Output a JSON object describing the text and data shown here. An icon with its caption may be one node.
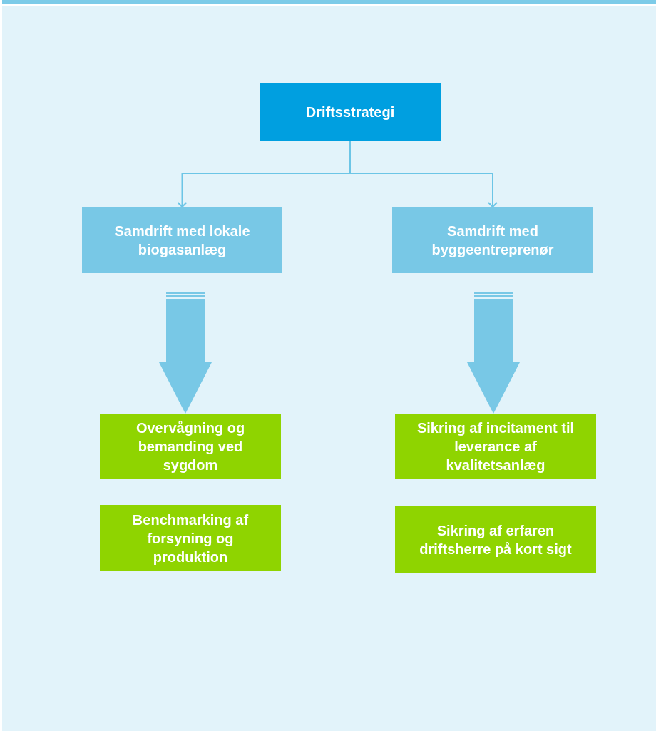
{
  "diagram": {
    "nodes": [
      {
        "text": [
          "Driftsstrategi"
        ]
      },
      {
        "text": [
          "Samdrift med lokale biogasanlæg"
        ]
      },
      {
        "text": [
          "Samdrift med byggeentreprenør"
        ]
      },
      {
        "text": [
          "Overvågning og bemanding ved sygdom"
        ]
      },
      {
        "text": [
          "Benchmarking af forsyning og produktion"
        ]
      },
      {
        "text": [
          "Sikring af incitament til leverance af kvalitetsanlæg"
        ]
      },
      {
        "text": [
          "Sikring af erfaren driftsherre på kort sigt"
        ]
      }
    ],
    "edges": [
      {
        "from": 0,
        "to": 1,
        "arrow": "to"
      },
      {
        "from": 0,
        "to": 2,
        "arrow": "to"
      },
      {
        "from": 1,
        "to": 3,
        "arrow": "to",
        "style": "thick"
      },
      {
        "from": 2,
        "to": 5,
        "arrow": "to",
        "style": "thick"
      }
    ]
  }
}
